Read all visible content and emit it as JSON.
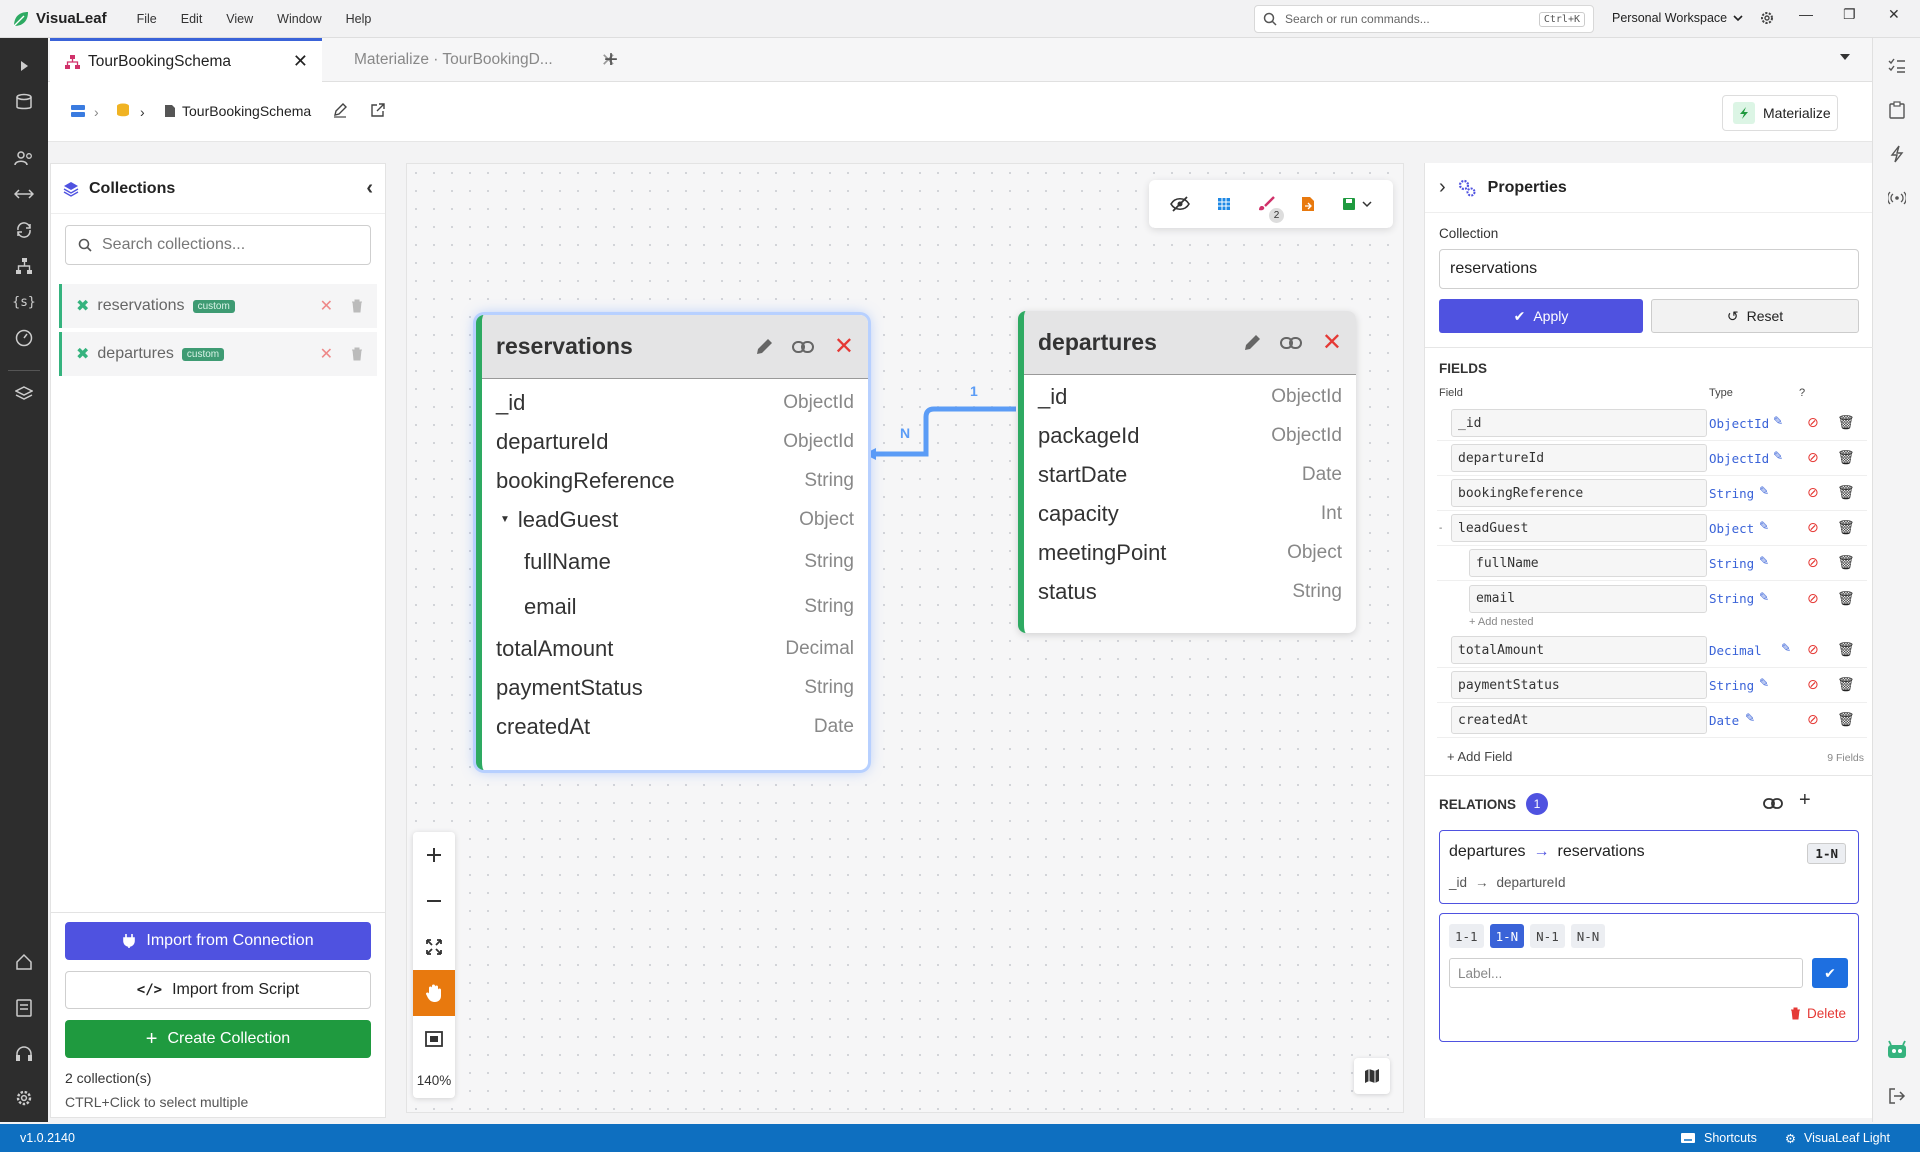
{
  "app": {
    "name": "VisuaLeaf",
    "version": "v1.0.2140"
  },
  "menu": [
    "File",
    "Edit",
    "View",
    "Window",
    "Help"
  ],
  "command_search": {
    "placeholder": "Search or run commands...",
    "shortcut": "Ctrl+K"
  },
  "workspace": {
    "label": "Personal Workspace"
  },
  "tabs": [
    {
      "label": "TourBookingSchema",
      "active": true
    },
    {
      "label": "Materialize · TourBookingD...",
      "active": false
    }
  ],
  "breadcrumb": {
    "schema": "TourBookingSchema"
  },
  "materialize_label": "Materialize",
  "collections_panel": {
    "title": "Collections",
    "search_placeholder": "Search collections...",
    "items": [
      {
        "name": "reservations",
        "badge": "custom"
      },
      {
        "name": "departures",
        "badge": "custom"
      }
    ],
    "buttons": {
      "import_connection": "Import from Connection",
      "import_script": "Import from Script",
      "create": "Create Collection"
    },
    "count_text": "2 collection(s)",
    "hint": "CTRL+Click to select multiple"
  },
  "canvas": {
    "toolbar_badge": "2",
    "zoom": "140%",
    "relation_labels": {
      "source": "1",
      "target": "N"
    },
    "entities": [
      {
        "name": "reservations",
        "fields": [
          {
            "name": "_id",
            "type": "ObjectId"
          },
          {
            "name": "departureId",
            "type": "ObjectId"
          },
          {
            "name": "bookingReference",
            "type": "String"
          },
          {
            "name": "leadGuest",
            "type": "Object"
          },
          {
            "name": "fullName",
            "type": "String"
          },
          {
            "name": "email",
            "type": "String"
          },
          {
            "name": "totalAmount",
            "type": "Decimal"
          },
          {
            "name": "paymentStatus",
            "type": "String"
          },
          {
            "name": "createdAt",
            "type": "Date"
          }
        ]
      },
      {
        "name": "departures",
        "fields": [
          {
            "name": "_id",
            "type": "ObjectId"
          },
          {
            "name": "packageId",
            "type": "ObjectId"
          },
          {
            "name": "startDate",
            "type": "Date"
          },
          {
            "name": "capacity",
            "type": "Int"
          },
          {
            "name": "meetingPoint",
            "type": "Object"
          },
          {
            "name": "status",
            "type": "String"
          }
        ]
      }
    ]
  },
  "properties": {
    "title": "Properties",
    "collection_label": "Collection",
    "collection_value": "reservations",
    "apply": "Apply",
    "reset": "Reset",
    "fields_heading": "FIELDS",
    "col_field": "Field",
    "col_type": "Type",
    "col_q": "?",
    "fields": [
      {
        "name": "_id",
        "type": "ObjectId"
      },
      {
        "name": "departureId",
        "type": "ObjectId"
      },
      {
        "name": "bookingReference",
        "type": "String"
      },
      {
        "name": "leadGuest",
        "type": "Object"
      },
      {
        "name": "fullName",
        "type": "String"
      },
      {
        "name": "email",
        "type": "String"
      },
      {
        "name": "totalAmount",
        "type": "Decimal"
      },
      {
        "name": "paymentStatus",
        "type": "String"
      },
      {
        "name": "createdAt",
        "type": "Date"
      }
    ],
    "add_nested": "+ Add nested",
    "add_field": "+ Add Field",
    "field_count": "9 Fields",
    "relations_heading": "RELATIONS",
    "relations_count": "1",
    "relation": {
      "from": "departures",
      "to": "reservations",
      "cardinality": "1-N",
      "from_field": "_id",
      "to_field": "departureId"
    },
    "cardinality_options": [
      "1-1",
      "1-N",
      "N-1",
      "N-N"
    ],
    "selected_cardinality": "1-N",
    "label_placeholder": "Label...",
    "delete": "Delete"
  },
  "statusbar": {
    "shortcuts": "Shortcuts",
    "theme": "VisuaLeaf Light"
  },
  "colors": {
    "accent": "#4f52e0",
    "green": "#1f9a3f",
    "orange": "#e8790e",
    "blue_status": "#0e6fc0",
    "relation": "#5b9cf6"
  }
}
